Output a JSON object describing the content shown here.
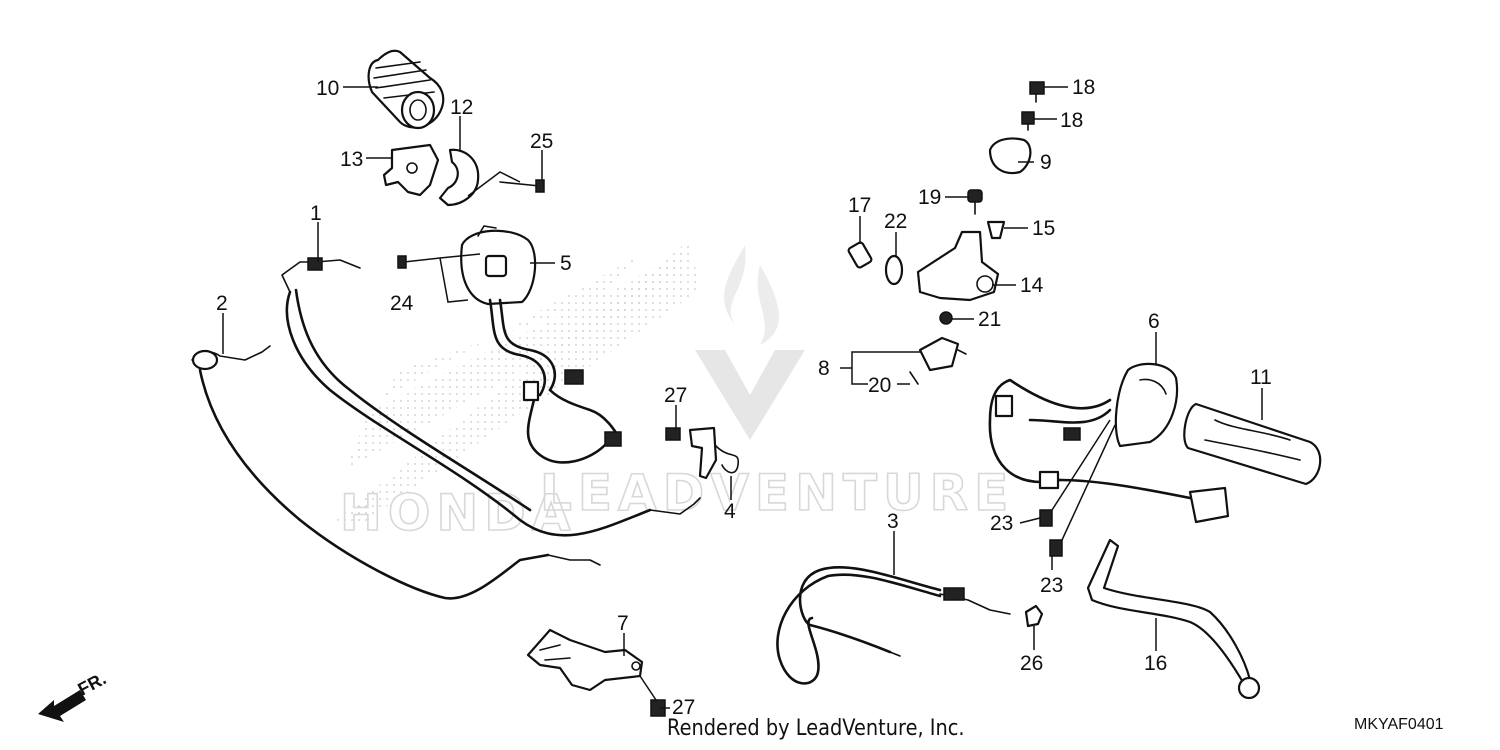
{
  "watermark": {
    "text": "LEADVENTURE",
    "brand": "HONDA"
  },
  "front_marker": "FR.",
  "footer": {
    "rendered_by": "Rendered by LeadVenture, Inc.",
    "diagram_code": "MKYAF0401"
  },
  "callouts": {
    "c1": "1",
    "c2": "2",
    "c3": "3",
    "c4": "4",
    "c5": "5",
    "c6": "6",
    "c7": "7",
    "c8": "8",
    "c9": "9",
    "c10": "10",
    "c11": "11",
    "c12": "12",
    "c13": "13",
    "c14": "14",
    "c15": "15",
    "c16": "16",
    "c17": "17",
    "c18a": "18",
    "c18b": "18",
    "c19": "19",
    "c20": "20",
    "c21": "21",
    "c22": "22",
    "c23a": "23",
    "c23b": "23",
    "c24": "24",
    "c25": "25",
    "c26": "26",
    "c27a": "27",
    "c27b": "27"
  },
  "colors": {
    "line": "#111111",
    "watermark": "#d8d8d8",
    "background": "#ffffff"
  }
}
